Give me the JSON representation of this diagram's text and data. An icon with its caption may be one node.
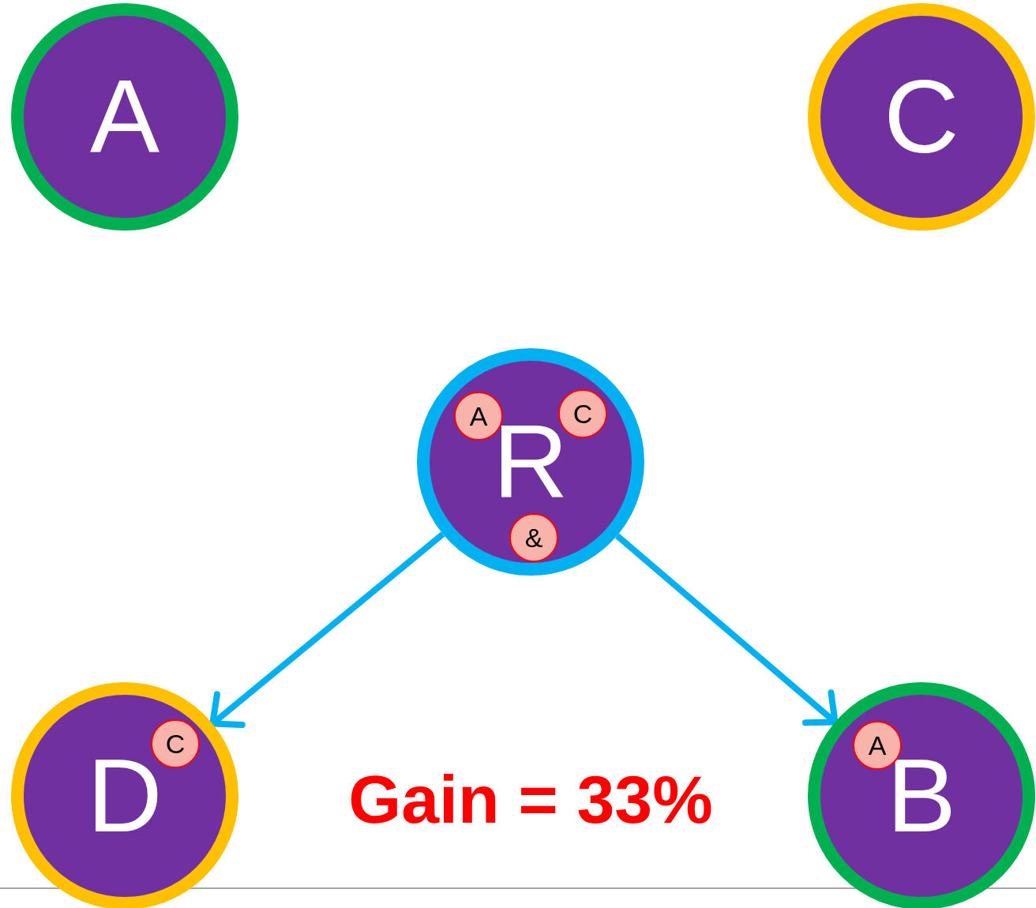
{
  "diagram": {
    "nodes": [
      {
        "text": [
          "A"
        ]
      },
      {
        "text": [
          "C"
        ]
      },
      {
        "text": [
          "R"
        ]
      },
      {
        "text": [
          "A"
        ],
        "in": 2
      },
      {
        "text": [
          "C"
        ],
        "in": 2
      },
      {
        "text": [
          "&"
        ],
        "in": 2
      },
      {
        "text": [
          "D"
        ]
      },
      {
        "text": [
          "C"
        ],
        "in": 6
      },
      {
        "text": [
          "B"
        ]
      },
      {
        "text": [
          "A"
        ],
        "in": 8
      }
    ],
    "edges": [
      {
        "from": 2,
        "to": 6,
        "arrow": "to"
      },
      {
        "from": 2,
        "to": 8,
        "arrow": "to"
      }
    ],
    "labels": [
      "Gain = 33%"
    ]
  }
}
